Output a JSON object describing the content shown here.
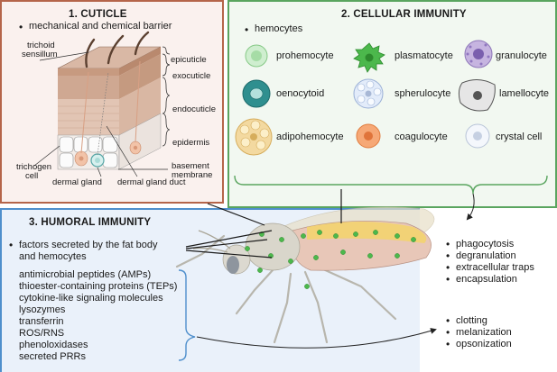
{
  "cuticle": {
    "title": "1.  CUTICLE",
    "bullet": "mechanical and chemical barrier",
    "labels": {
      "trichoid": "trichoid",
      "sensillum": "sensillum",
      "epicuticle": "epicuticle",
      "exocuticle": "exocuticle",
      "endocuticle": "endocuticle",
      "epidermis": "epidermis",
      "basement": "basement",
      "membrane": "membrane",
      "trichogen": "trichogen",
      "cell": "cell",
      "dermal_gland": "dermal gland",
      "dermal_gland_duct": "dermal gland duct"
    },
    "colors": {
      "border": "#b5654a",
      "fill": "#faf1ee"
    }
  },
  "cellular": {
    "title": "2. CELLULAR IMMUNITY",
    "bullet": "hemocytes",
    "cells": [
      "prohemocyte",
      "plasmatocyte",
      "granulocyte",
      "oenocytoid",
      "spherulocyte",
      "lamellocyte",
      "adipohemocyte",
      "coagulocyte",
      "crystal cell"
    ],
    "colors": {
      "border": "#5aa55f",
      "fill": "#f2f8f1"
    }
  },
  "humoral": {
    "title": "3. HUMORAL IMMUNITY",
    "bullet_line1": "factors secreted by the fat body",
    "bullet_line2": "and hemocytes",
    "factors": [
      "antimicrobial peptides (AMPs)",
      "thioester-containing proteins (TEPs)",
      "cytokine-like signaling molecules",
      "lysozymes",
      "transferrin",
      "ROS/RNS",
      "phenoloxidases",
      "secreted PRRs"
    ],
    "colors": {
      "border": "#4f8fcc",
      "fill": "#eaf1fa"
    }
  },
  "outcomes": {
    "cellular": [
      "phagocytosis",
      "degranulation",
      "extracellular traps",
      "encapsulation"
    ],
    "humoral": [
      "clotting",
      "melanization",
      "opsonization"
    ]
  },
  "icons": [
    "hair-icon",
    "hemocyte-icon",
    "fly-icon",
    "arrow-icon"
  ]
}
